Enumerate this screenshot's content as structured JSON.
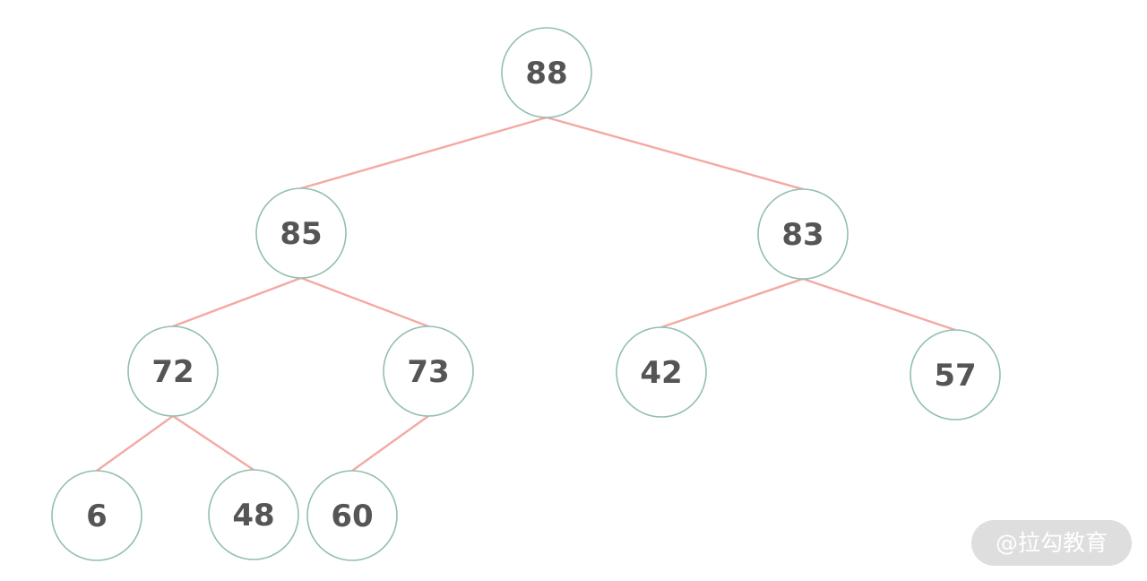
{
  "tree": {
    "nodes": [
      {
        "id": "n88",
        "label": "88"
      },
      {
        "id": "n85",
        "label": "85"
      },
      {
        "id": "n83",
        "label": "83"
      },
      {
        "id": "n72",
        "label": "72"
      },
      {
        "id": "n73",
        "label": "73"
      },
      {
        "id": "n42",
        "label": "42"
      },
      {
        "id": "n57",
        "label": "57"
      },
      {
        "id": "n6",
        "label": "6"
      },
      {
        "id": "n48",
        "label": "48"
      },
      {
        "id": "n60",
        "label": "60"
      }
    ],
    "edges": [
      {
        "from": "n88",
        "to": "n85"
      },
      {
        "from": "n88",
        "to": "n83"
      },
      {
        "from": "n85",
        "to": "n72"
      },
      {
        "from": "n85",
        "to": "n73"
      },
      {
        "from": "n83",
        "to": "n42"
      },
      {
        "from": "n83",
        "to": "n57"
      },
      {
        "from": "n72",
        "to": "n6"
      },
      {
        "from": "n72",
        "to": "n48"
      },
      {
        "from": "n73",
        "to": "n60"
      }
    ]
  },
  "colors": {
    "edge": "#f4a9a3",
    "node_border": "#93bfb0",
    "node_text": "#555555"
  },
  "watermark": "@拉勾教育"
}
